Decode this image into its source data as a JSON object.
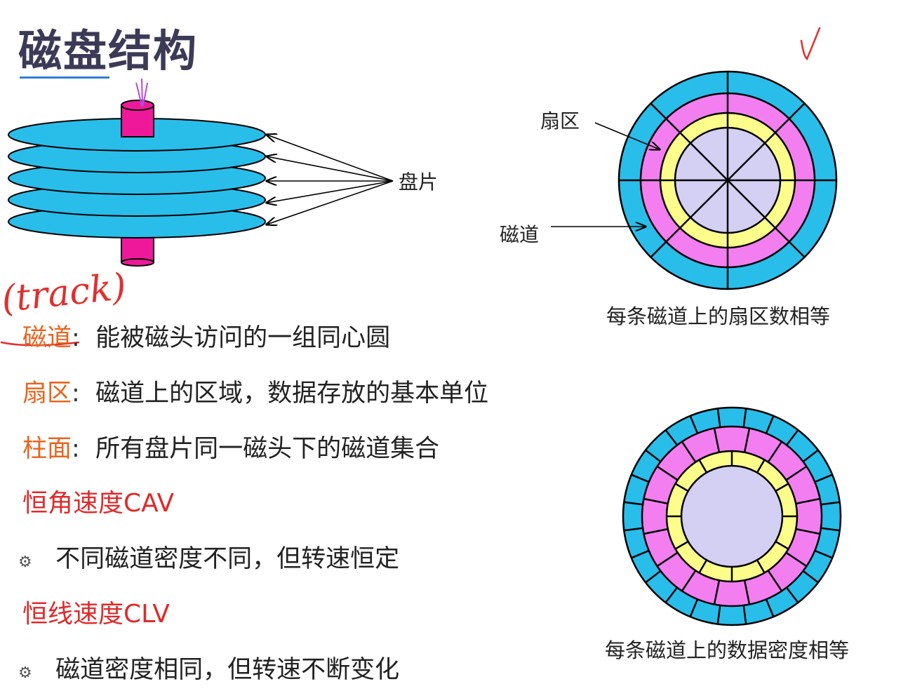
{
  "title": "磁盘结构",
  "platter_label": "盘片",
  "sector_label": "扇区",
  "track_label": "磁道",
  "caption_top": "每条磁道上的扇区数相等",
  "caption_bottom": "每条磁道上的数据密度相等",
  "handwritten": {
    "track_note": "(track)",
    "check_mark": "✓"
  },
  "definitions": [
    {
      "term": "磁道",
      "sep": ":",
      "text": "能被磁头访问的一组同心圆"
    },
    {
      "term": "扇区",
      "sep": ":",
      "text": "磁道上的区域，数据存放的基本单位"
    },
    {
      "term": "柱面",
      "sep": ":",
      "text": "所有盘片同一磁头下的磁道集合"
    }
  ],
  "cav": {
    "heading": "恒角速度CAV",
    "bullet": "不同磁道密度不同，但转速恒定"
  },
  "clv": {
    "heading": "恒线速度CLV",
    "bullet": "磁道密度相同，但转速不断变化"
  },
  "bullet_icon": "gear-bullet-icon",
  "colors": {
    "platter": "#29bdea",
    "spindle": "#f0189a",
    "cyan_ring": "#29bdea",
    "pink_ring": "#f37ef0",
    "yellow_ring": "#fdfd8c",
    "center": "#d4d0f4",
    "term": "#e8641e",
    "heading_red": "#e02a2a",
    "title": "#3b3b57",
    "underline": "#2f7fd8",
    "annotation": "#e0302e",
    "arrow_pen": "#b64ad8"
  }
}
